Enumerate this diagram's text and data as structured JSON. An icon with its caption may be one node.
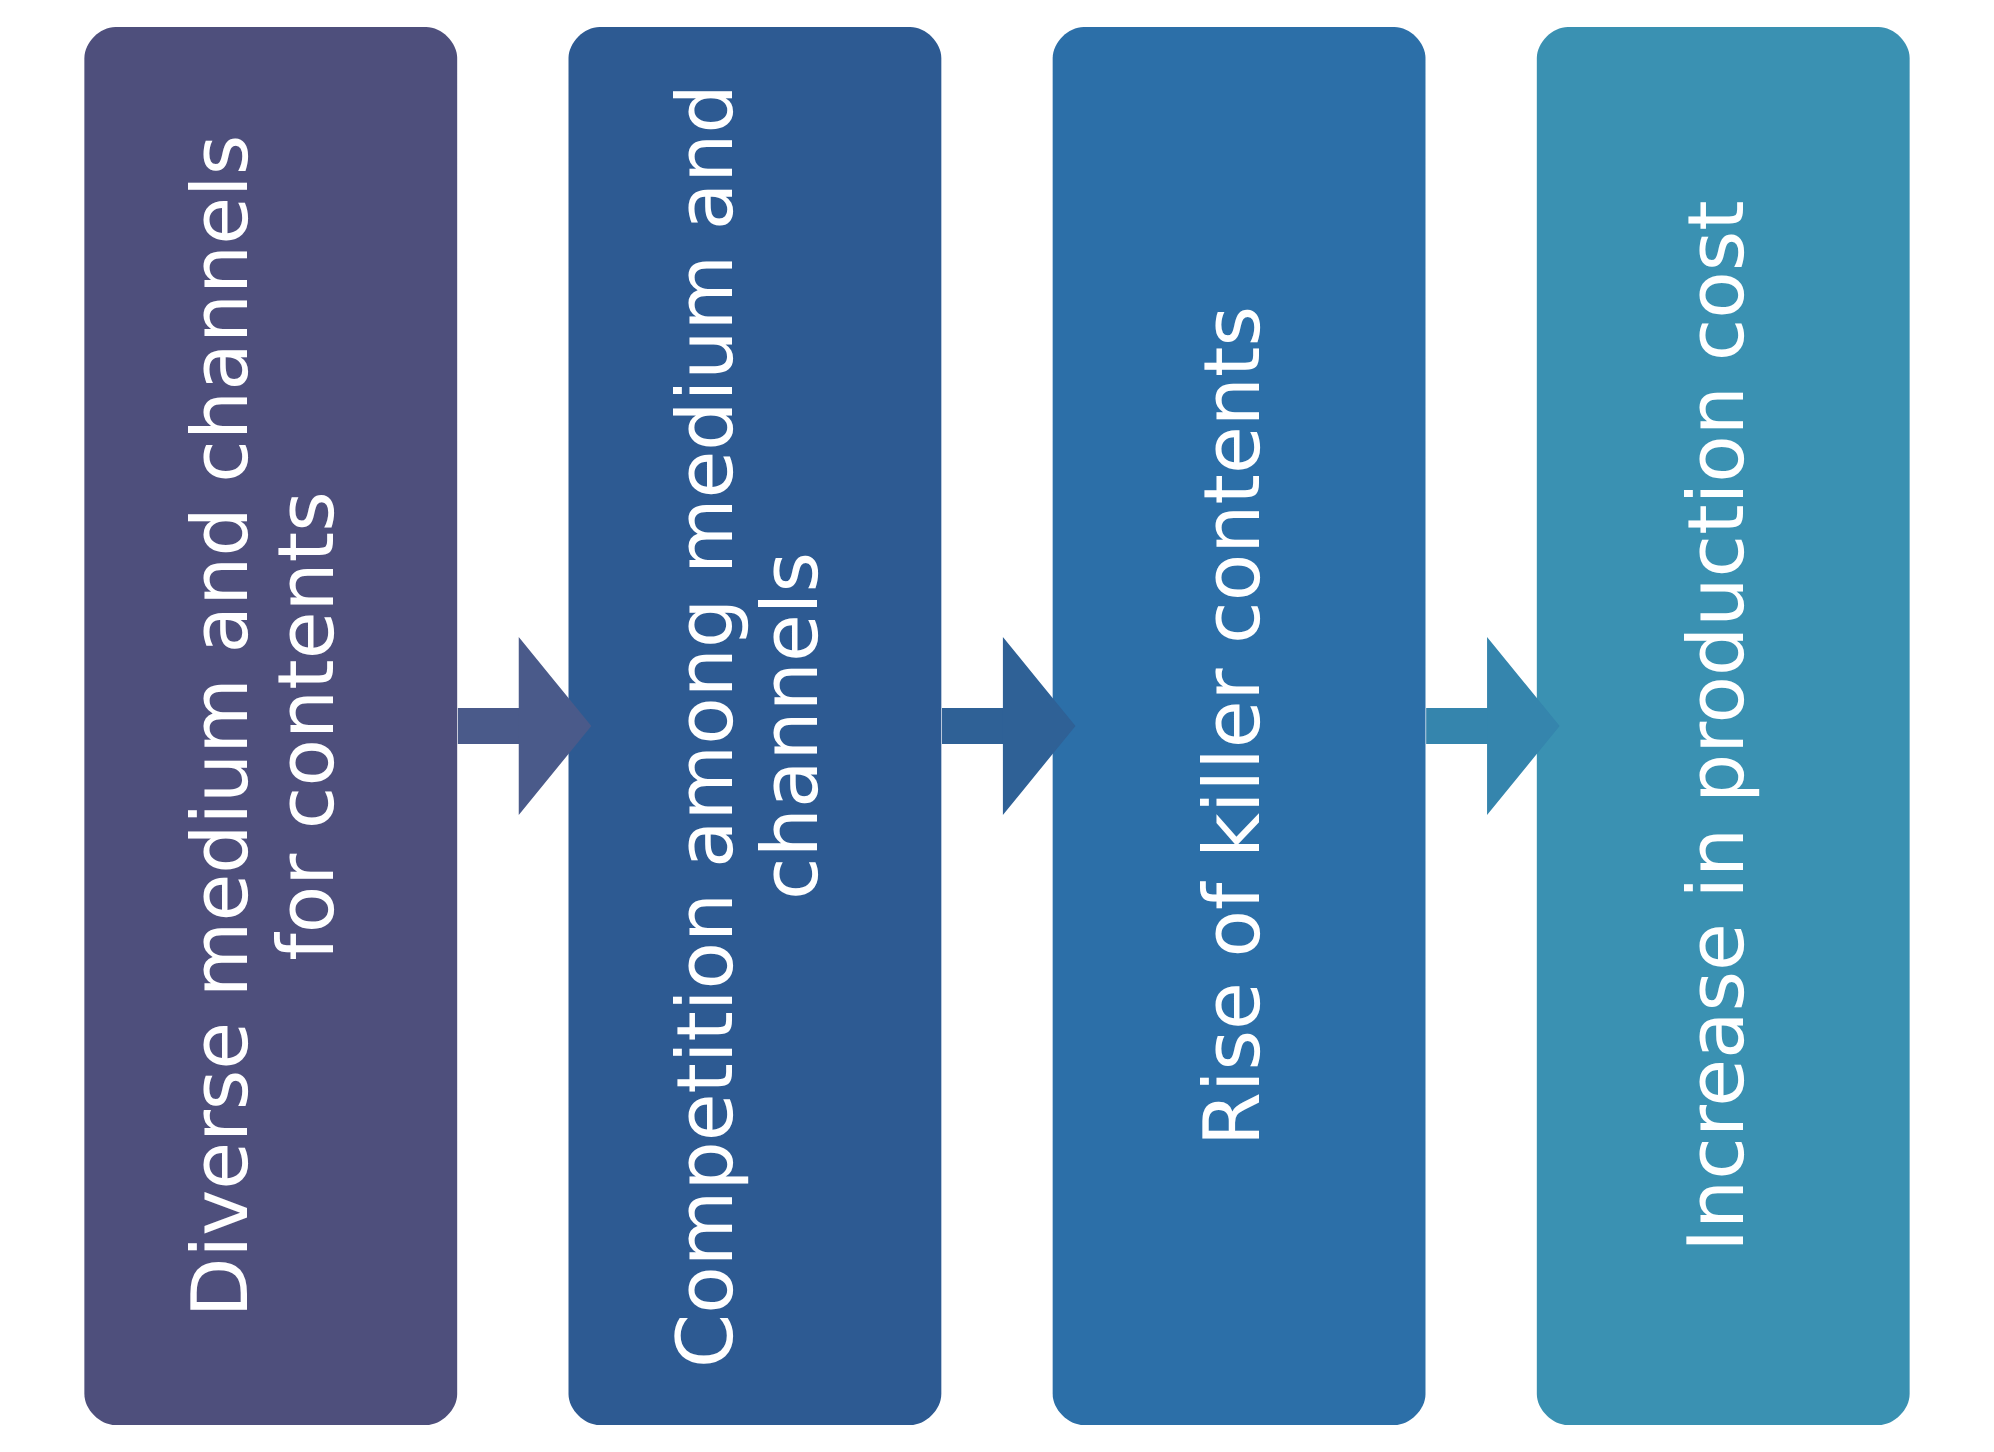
{
  "diagram": {
    "nodes": [
      {
        "text": [
          "Diverse medium and channels for contents"
        ]
      },
      {
        "text": [
          "Competition among medium and channels"
        ]
      },
      {
        "text": [
          "Rise of killer contents"
        ]
      },
      {
        "text": [
          "Increase in production cost"
        ]
      }
    ],
    "edges": [
      {
        "from": 0,
        "to": 1,
        "arrow": "to"
      },
      {
        "from": 1,
        "to": 2,
        "arrow": "to"
      },
      {
        "from": 2,
        "to": 3,
        "arrow": "to"
      }
    ]
  }
}
